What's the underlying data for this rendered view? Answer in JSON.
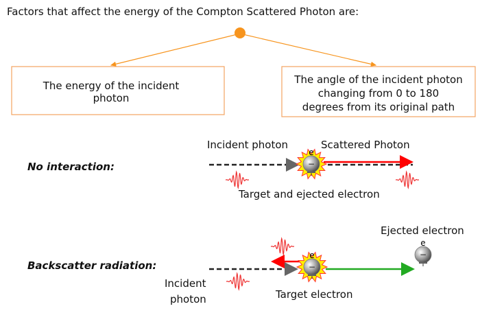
{
  "title": "Factors that affect the energy of the Compton Scattered Photon are:",
  "factors": [
    {
      "lines": [
        "The  energy of the incident",
        "photon"
      ]
    },
    {
      "lines": [
        "The  angle of the incident photon",
        "changing from 0 to 180",
        "degrees from its original path"
      ]
    }
  ],
  "no_interaction": {
    "label": "No interaction:",
    "incident": "Incident photon",
    "scattered": "Scattered Photon",
    "target": "Target and ejected electron",
    "electron_symbol": "e",
    "charge": "−"
  },
  "backscatter": {
    "label": "Backscatter radiation:",
    "incident_line1": "Incident",
    "incident_line2": "photon",
    "target": "Target electron",
    "ejected": "Ejected electron",
    "electron_symbol": "e",
    "charge": "−"
  },
  "colors": {
    "orange": "#f7941d",
    "red": "#ff0000",
    "green": "#22aa22"
  }
}
